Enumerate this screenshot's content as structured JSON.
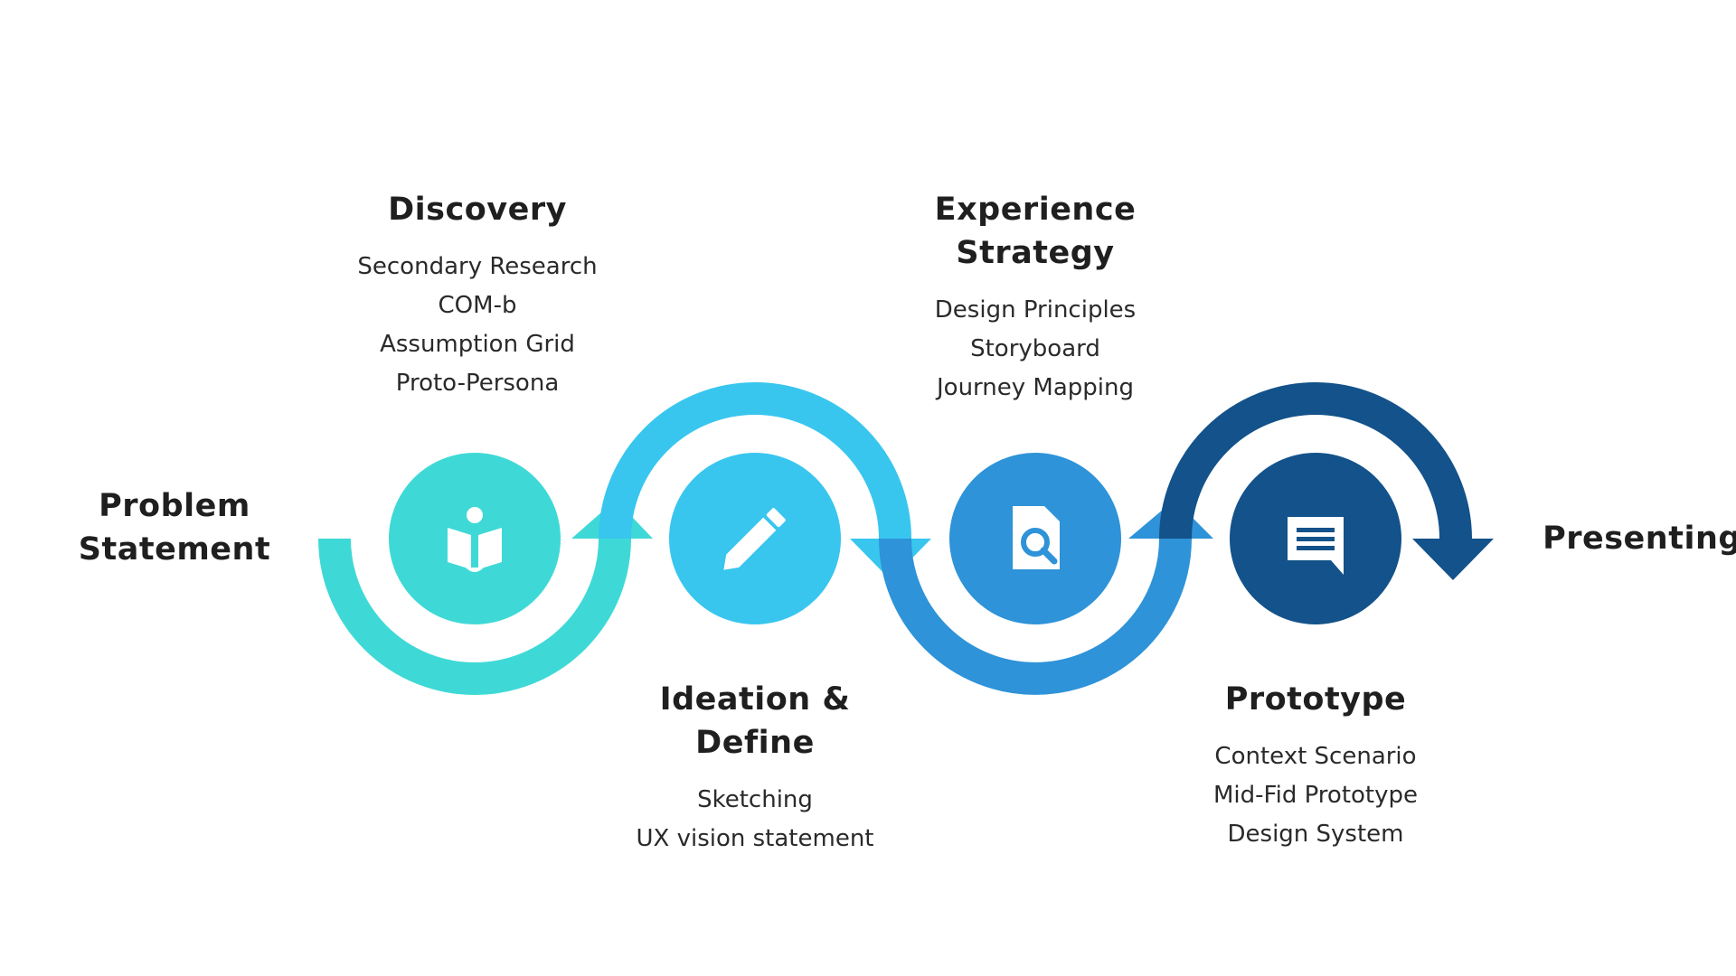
{
  "colors": {
    "discovery": "#3ed9d6",
    "ideation": "#38c6ef",
    "experience": "#2e93d8",
    "prototype": "#13528a",
    "text": "#222222"
  },
  "start": {
    "line1": "Problem",
    "line2": "Statement"
  },
  "end": {
    "label": "Presenting"
  },
  "stages": [
    {
      "id": "discovery",
      "title_lines": [
        "Discovery"
      ],
      "items": [
        "Secondary Research",
        "COM-b",
        "Assumption Grid",
        "Proto-Persona"
      ],
      "icon": "book-reader-icon"
    },
    {
      "id": "ideation",
      "title_lines": [
        "Ideation &",
        "Define"
      ],
      "items": [
        "Sketching",
        "UX vision statement"
      ],
      "icon": "pencil-icon"
    },
    {
      "id": "experience",
      "title_lines": [
        "Experience",
        "Strategy"
      ],
      "items": [
        "Design Principles",
        "Storyboard",
        "Journey Mapping"
      ],
      "icon": "document-search-icon"
    },
    {
      "id": "prototype",
      "title_lines": [
        "Prototype"
      ],
      "items": [
        "Context Scenario",
        "Mid-Fid Prototype",
        "Design System"
      ],
      "icon": "chat-lines-icon"
    }
  ]
}
